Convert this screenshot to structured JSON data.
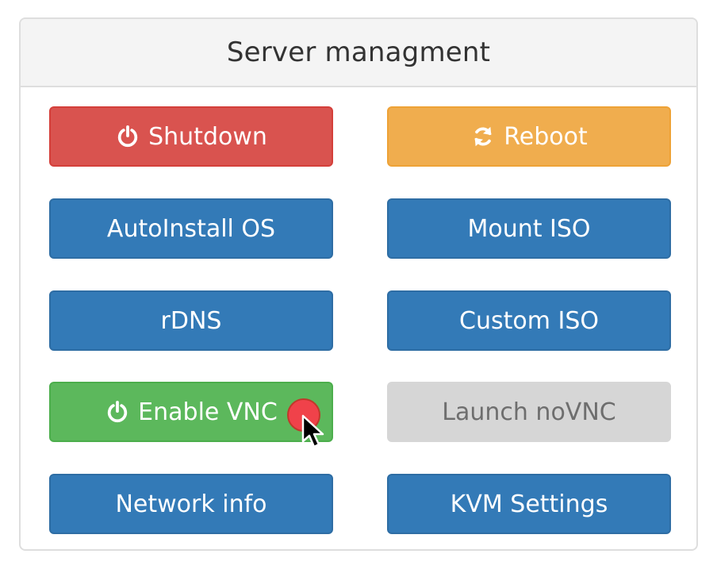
{
  "panel": {
    "title": "Server managment"
  },
  "buttons": {
    "shutdown": {
      "label": "Shutdown",
      "icon": "power-icon",
      "color": "#d9534f"
    },
    "reboot": {
      "label": "Reboot",
      "icon": "refresh-icon",
      "color": "#f0ad4e"
    },
    "autoinstall_os": {
      "label": "AutoInstall OS",
      "color": "#337ab7"
    },
    "mount_iso": {
      "label": "Mount ISO",
      "color": "#337ab7"
    },
    "rdns": {
      "label": "rDNS",
      "color": "#337ab7"
    },
    "custom_iso": {
      "label": "Custom ISO",
      "color": "#337ab7"
    },
    "enable_vnc": {
      "label": "Enable VNC",
      "icon": "power-icon",
      "color": "#5cb85c"
    },
    "launch_novnc": {
      "label": "Launch noVNC",
      "state": "disabled",
      "color": "#d6d6d6"
    },
    "network_info": {
      "label": "Network info",
      "color": "#337ab7"
    },
    "kvm_settings": {
      "label": "KVM Settings",
      "color": "#337ab7"
    }
  }
}
